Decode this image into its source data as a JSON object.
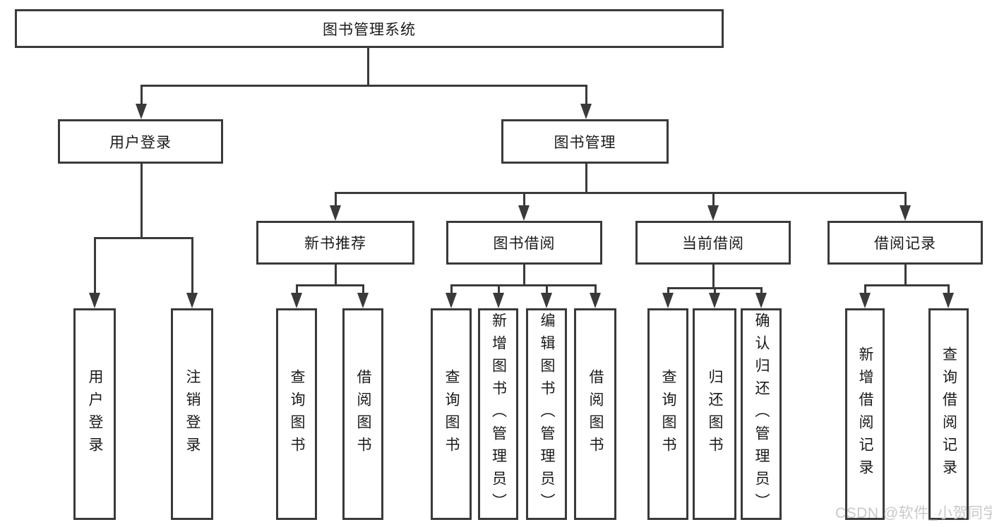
{
  "title": "图书管理系统",
  "level2": [
    "用户登录",
    "图书管理"
  ],
  "level3": [
    "新书推荐",
    "图书借阅",
    "当前借阅",
    "借阅记录"
  ],
  "leaves": {
    "user_login": [
      "用户登录",
      "注销登录"
    ],
    "new_book": [
      "查询图书",
      "借阅图书"
    ],
    "book_borrow": [
      "查询图书",
      "新增图书（管理员）",
      "编辑图书（管理员）",
      "借阅图书"
    ],
    "current_borrow": [
      "查询图书",
      "归还图书",
      "确认归还（管理员）"
    ],
    "borrow_record": [
      "新增借阅记录",
      "查询借阅记录"
    ]
  },
  "watermark": "CSDN @软件_小贺同学",
  "colors": {
    "line": "#3a3a3a",
    "text": "#1a1a1a",
    "watermark": "#c9c9c9"
  }
}
